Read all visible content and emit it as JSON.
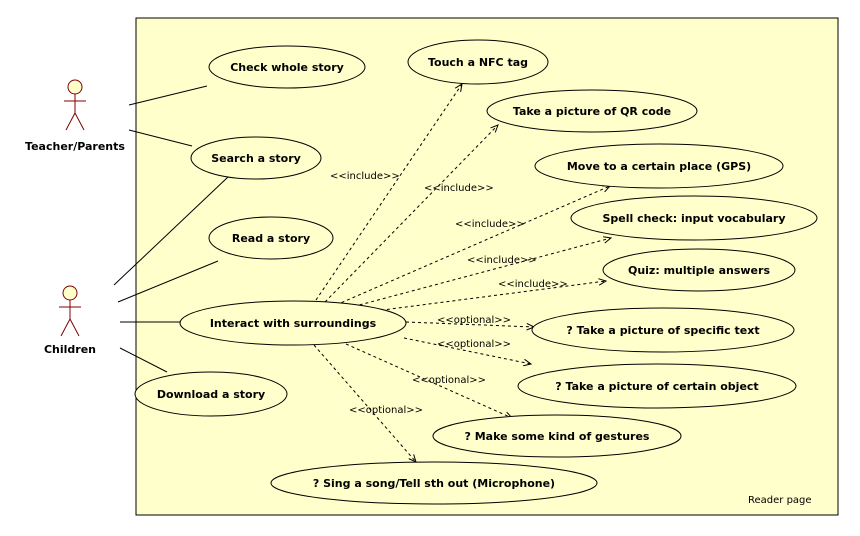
{
  "system": {
    "name": "Reader page"
  },
  "actors": [
    {
      "id": "teacher",
      "name": "Teacher/Parents"
    },
    {
      "id": "children",
      "name": "Children"
    }
  ],
  "use_cases": [
    {
      "id": "check",
      "label": "Check whole story"
    },
    {
      "id": "search",
      "label": "Search a story"
    },
    {
      "id": "read",
      "label": "Read a story"
    },
    {
      "id": "interact",
      "label": "Interact with surroundings"
    },
    {
      "id": "download",
      "label": "Download a story"
    },
    {
      "id": "nfc",
      "label": "Touch a NFC tag"
    },
    {
      "id": "qr",
      "label": "Take a picture of QR code"
    },
    {
      "id": "gps",
      "label": "Move to a certain place (GPS)"
    },
    {
      "id": "spell",
      "label": "Spell check: input vocabulary"
    },
    {
      "id": "quiz",
      "label": "Quiz: multiple answers"
    },
    {
      "id": "text",
      "label": "? Take a picture of specific text"
    },
    {
      "id": "object",
      "label": "? Take a picture of certain object"
    },
    {
      "id": "gesture",
      "label": "? Make some kind of gestures"
    },
    {
      "id": "sing",
      "label": "? Sing a song/Tell sth out (Microphone)"
    }
  ],
  "associations": [
    {
      "from": "teacher",
      "to": "check"
    },
    {
      "from": "teacher",
      "to": "search"
    },
    {
      "from": "children",
      "to": "search"
    },
    {
      "from": "children",
      "to": "read"
    },
    {
      "from": "children",
      "to": "interact"
    },
    {
      "from": "children",
      "to": "download"
    }
  ],
  "relations": [
    {
      "from": "interact",
      "to": "nfc",
      "stereotype": "<<include>>"
    },
    {
      "from": "interact",
      "to": "qr",
      "stereotype": "<<include>>"
    },
    {
      "from": "interact",
      "to": "gps",
      "stereotype": "<<include>>"
    },
    {
      "from": "interact",
      "to": "spell",
      "stereotype": "<<include>>"
    },
    {
      "from": "interact",
      "to": "quiz",
      "stereotype": "<<include>>"
    },
    {
      "from": "interact",
      "to": "text",
      "stereotype": "<<optional>>"
    },
    {
      "from": "interact",
      "to": "object",
      "stereotype": "<<optional>>"
    },
    {
      "from": "interact",
      "to": "gesture",
      "stereotype": "<<optional>>"
    },
    {
      "from": "interact",
      "to": "sing",
      "stereotype": "<<optional>>"
    }
  ],
  "colors": {
    "boundary_fill": "#FFFFCC",
    "use_case_fill": "#FFFFCC",
    "actor_fill": "#FFFFCC",
    "actor_stroke": "#800000",
    "line": "#000000"
  }
}
